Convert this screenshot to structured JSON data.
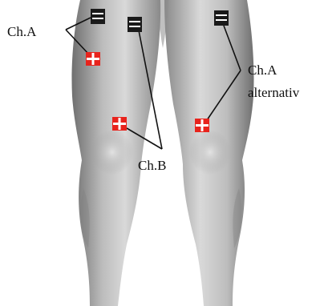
{
  "labels": {
    "ch_a": "Ch.A",
    "ch_b": "Ch.B",
    "ch_a_alt_line1": "Ch.A",
    "ch_a_alt_line2": "alternativ"
  },
  "colors": {
    "negative_electrode": "#1a1a1a",
    "positive_electrode": "#e8231c",
    "leader_line": "#111111",
    "skin_light": "#d4d4d4",
    "skin_dark": "#7a7a7a"
  },
  "electrodes": [
    {
      "name": "ch-a-negative-electrode",
      "polarity": "negative",
      "channel": "Ch.A"
    },
    {
      "name": "ch-a-positive-electrode",
      "polarity": "positive",
      "channel": "Ch.A"
    },
    {
      "name": "ch-b-negative-electrode",
      "polarity": "negative",
      "channel": "Ch.B"
    },
    {
      "name": "ch-b-positive-electrode",
      "polarity": "positive",
      "channel": "Ch.B"
    },
    {
      "name": "ch-a-alt-negative-electrode",
      "polarity": "negative",
      "channel": "Ch.A alternativ"
    },
    {
      "name": "ch-a-alt-positive-electrode",
      "polarity": "positive",
      "channel": "Ch.A alternativ"
    }
  ]
}
